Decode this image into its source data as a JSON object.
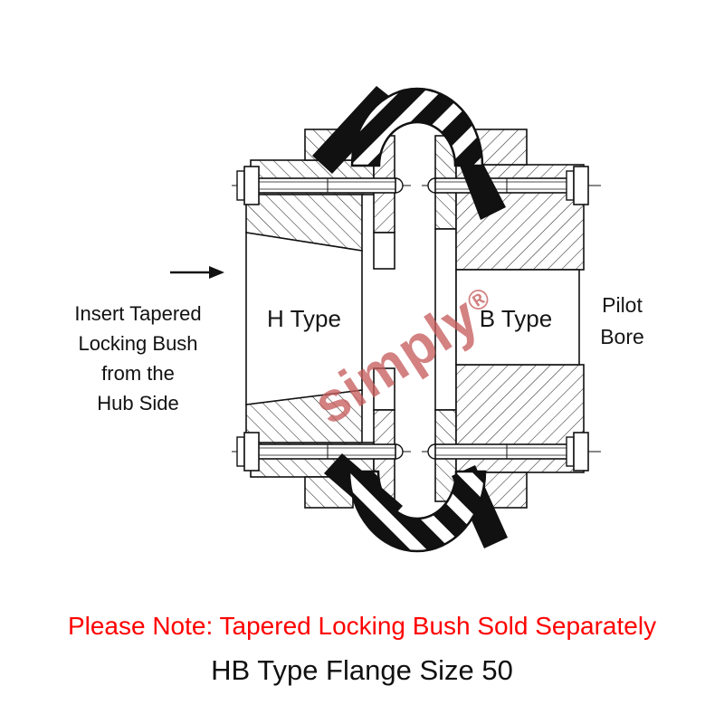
{
  "diagram": {
    "instruction": {
      "lines": [
        "Insert Tapered",
        "Locking Bush",
        "from the",
        "Hub Side"
      ]
    },
    "hub_labels": {
      "left": "H Type",
      "right": "B Type"
    },
    "pilot_bore": {
      "line1": "Pilot",
      "line2": "Bore"
    },
    "watermark": {
      "text": "simply",
      "registered_mark": "®",
      "color": "#c65e5e"
    }
  },
  "footer": {
    "note": "Please Note: Tapered Locking Bush Sold Separately",
    "note_color": "#ff0000",
    "title": "HB Type Flange Size 50"
  },
  "colors": {
    "line": "#1a1a1a",
    "background": "#ffffff"
  }
}
